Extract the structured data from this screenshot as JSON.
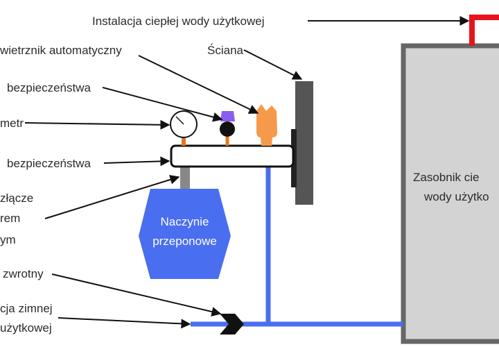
{
  "labels": {
    "hot_water_installation": "Instalacja ciepłej wody użytkowej",
    "auto_air_vent": "wietrznik automatyczny",
    "wall": "Ściana",
    "safety_valve": "bezpieczeństwa",
    "manometer": "metr",
    "safety_group": "bezpieczeństwa",
    "connector_line1": "złącze",
    "connector_line2": "rem",
    "connector_line3": "ym",
    "check_valve": "zwrotny",
    "cold_water_line1": "cja zimnej",
    "cold_water_line2": "użytkowej",
    "expansion_vessel_line1": "Naczynie",
    "expansion_vessel_line2": "przeponowe",
    "tank_line1": "Zasobnik cie",
    "tank_line2": "wody użytko"
  },
  "colors": {
    "cold_pipe": "#4a6ef0",
    "hot_pipe": "#e8141b",
    "vessel": "#4a6ef0",
    "tank_fill": "#d3d3d3",
    "tank_border": "#666666",
    "wall": "#555555",
    "safety_valve": "#8a5cf0",
    "air_vent": "#f5994a",
    "fitting": "#e07a20",
    "connector": "#888888"
  }
}
